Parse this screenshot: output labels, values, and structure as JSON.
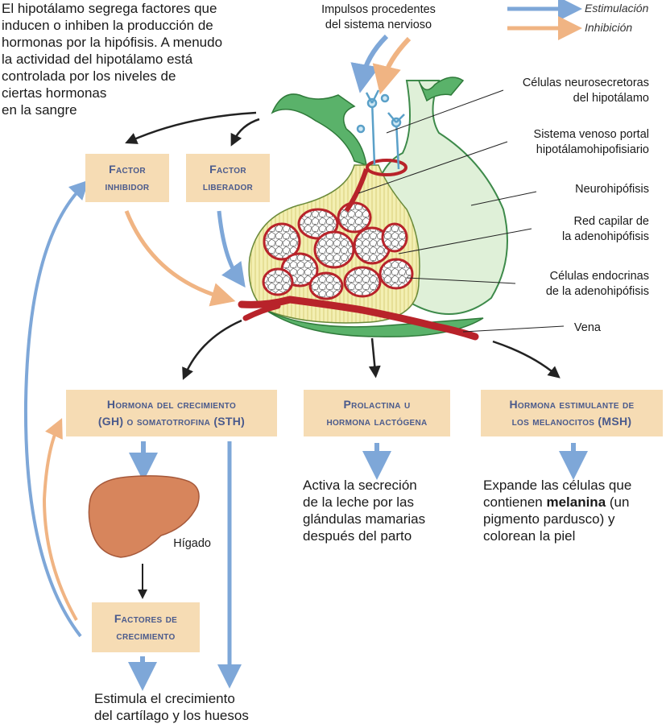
{
  "legend": {
    "stimulation": "Estimulación",
    "inhibition": "Inhibición",
    "stimulation_color": "#7ea7d8",
    "inhibition_color": "#f0b483"
  },
  "intro_text": "El hipotálamo segrega factores que\ninducen o inhiben la producción de\nhormonas por la hipófisis. A menudo\nla actividad del hipotálamo está\ncontrolada por los niveles de\nciertas hormonas\nen la sangre",
  "nerve_impulses": "Impulsos procedentes\ndel sistema nervioso",
  "labels": {
    "neurosecretory": "Células neurosecretoras\ndel hipotálamo",
    "portal_system": "Sistema venoso portal\nhipotálamohipofisiario",
    "neurohypophysis": "Neurohipófisis",
    "capillary_network": "Red capilar de\nla adenohipófisis",
    "endocrine_cells": "Células endocrinas\nde la adenohipófisis",
    "vein": "Vena",
    "liver": "Hígado"
  },
  "boxes": {
    "inhibiting_factor": "Factor\ninhibidor",
    "releasing_factor": "Factor\nliberador",
    "growth_hormone": "Hormona del crecimiento\n(GH) o somatotrofina (STH)",
    "prolactin": "Prolactina u\nhormona lactógena",
    "msh": "Hormona estimulante de\nlos melanocitos (MSH)",
    "growth_factors": "Factores de\ncrecimiento"
  },
  "effects": {
    "prolactin": "Activa la secreción\nde la leche por las\nglándulas mamarias\ndespués del parto",
    "msh_before": "Expande las células que\ncontienen ",
    "msh_bold": "melanina",
    "msh_after": " (un\npigmento pardusco) y\ncolorean la piel",
    "growth": "Estimula el crecimiento\ndel cartílago y los huesos"
  }
}
